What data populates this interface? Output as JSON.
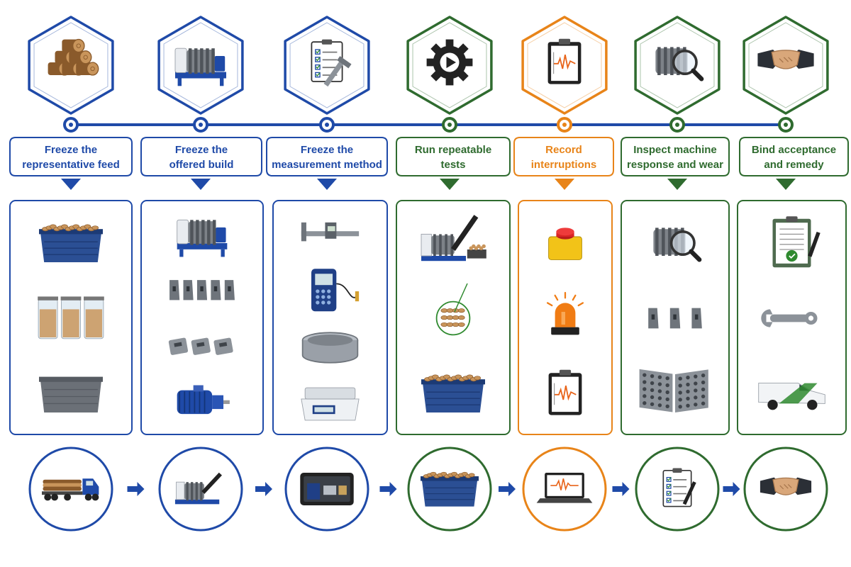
{
  "colors": {
    "blue": "#1f4aa8",
    "green": "#2f6b2f",
    "orange": "#e88419",
    "timeline": "#1f4aa8"
  },
  "steps": [
    {
      "label": "Freeze the representative feed",
      "label_lines": [
        "Freeze the",
        "representative feed"
      ],
      "color": "blue",
      "header_icon": "log-pile-icon",
      "panel_items": [
        "feed-bin-icon",
        "sample-jars-icon",
        "empty-crate-icon"
      ],
      "bottom_icon": "log-truck-icon"
    },
    {
      "label": "Freeze the offered build",
      "label_lines": [
        "Freeze the",
        "offered build"
      ],
      "color": "blue",
      "header_icon": "shredder-rotor-icon",
      "panel_items": [
        "shredder-machine-icon",
        "cutter-teeth-icon",
        "cutter-blocks-icon",
        "electric-motor-icon"
      ],
      "bottom_icon": "conveyor-shredder-icon"
    },
    {
      "label": "Freeze the measurement method",
      "label_lines": [
        "Freeze the",
        "measurement method"
      ],
      "color": "blue",
      "header_icon": "checklist-caliper-icon",
      "panel_items": [
        "caliper-icon",
        "handheld-meter-icon",
        "sieve-icon",
        "digital-scale-icon"
      ],
      "bottom_icon": "instrument-case-icon"
    },
    {
      "label": "Run repeatable tests",
      "label_lines": [
        "Run repeatable",
        "tests"
      ],
      "color": "green",
      "header_icon": "gear-play-icon",
      "panel_items": [
        "shredder-conveyor-icon",
        "chip-sample-magnifier-icon",
        "chip-crate-icon"
      ],
      "bottom_icon": "chip-crate-icon"
    },
    {
      "label": "Record interruptions",
      "label_lines": [
        "Record",
        "interruptions"
      ],
      "color": "orange",
      "header_icon": "clipboard-chart-icon",
      "panel_items": [
        "emergency-stop-icon",
        "warning-beacon-icon",
        "clipboard-chart-icon"
      ],
      "bottom_icon": "laptop-chart-icon"
    },
    {
      "label": "Inspect machine response and wear",
      "label_lines": [
        "Inspect machine",
        "response and wear"
      ],
      "color": "green",
      "header_icon": "rotor-magnifier-icon",
      "panel_items": [
        "rotor-magnifier-icon",
        "worn-teeth-icon",
        "screen-plates-icon"
      ],
      "bottom_icon": "checklist-pen-icon"
    },
    {
      "label": "Bind acceptance and remedy",
      "label_lines": [
        "Bind acceptance",
        "and remedy"
      ],
      "color": "green",
      "header_icon": "handshake-icon",
      "panel_items": [
        "approved-document-icon",
        "wrench-icon",
        "service-van-icon"
      ],
      "bottom_icon": "handshake-icon"
    }
  ]
}
